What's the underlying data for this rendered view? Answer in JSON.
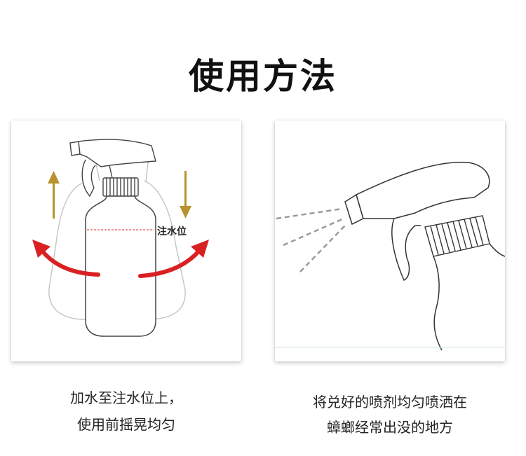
{
  "header": {
    "title": "使用方法"
  },
  "step1": {
    "water_level_label": "注水位",
    "caption_line1": "加水至注水位上，",
    "caption_line2": "使用前摇晃均匀"
  },
  "step2": {
    "caption_line1": "将兑好的喷剂均匀喷洒在",
    "caption_line2": "蟑螂经常出没的地方"
  },
  "colors": {
    "shake_arrow": "#d92124",
    "vertical_arrow": "#b8922d",
    "water_line": "#d92124"
  }
}
